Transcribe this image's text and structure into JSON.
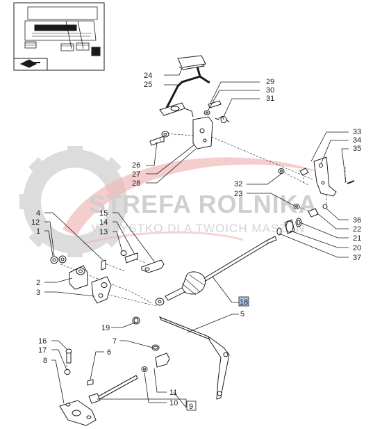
{
  "watermark": {
    "brand": "STREFA ROLNIKA",
    "tagline": "WSZYSTKO DLA TWOICH MASZYN"
  },
  "callouts": {
    "c1": "1",
    "c2": "2",
    "c3": "3",
    "c4": "4",
    "c5": "5",
    "c6": "6",
    "c7": "7",
    "c8": "8",
    "c9": "9",
    "c10": "10",
    "c11": "11",
    "c12": "12",
    "c13": "13",
    "c14": "14",
    "c15": "15",
    "c16": "16",
    "c17": "17",
    "c18": "18",
    "c19": "19",
    "c20": "20",
    "c21": "21",
    "c22": "22",
    "c23": "23",
    "c24": "24",
    "c25": "25",
    "c26": "26",
    "c27": "27",
    "c28": "28",
    "c29": "29",
    "c30": "30",
    "c31": "31",
    "c32": "32",
    "c33": "33",
    "c34": "34",
    "c35": "35",
    "c36": "36",
    "c37": "37"
  },
  "colors": {
    "line": "#1a1a1a",
    "highlight_fill": "#a9c4e8",
    "watermark_gear": "#dcdcdc",
    "watermark_swoosh": "#f2b8b8"
  }
}
